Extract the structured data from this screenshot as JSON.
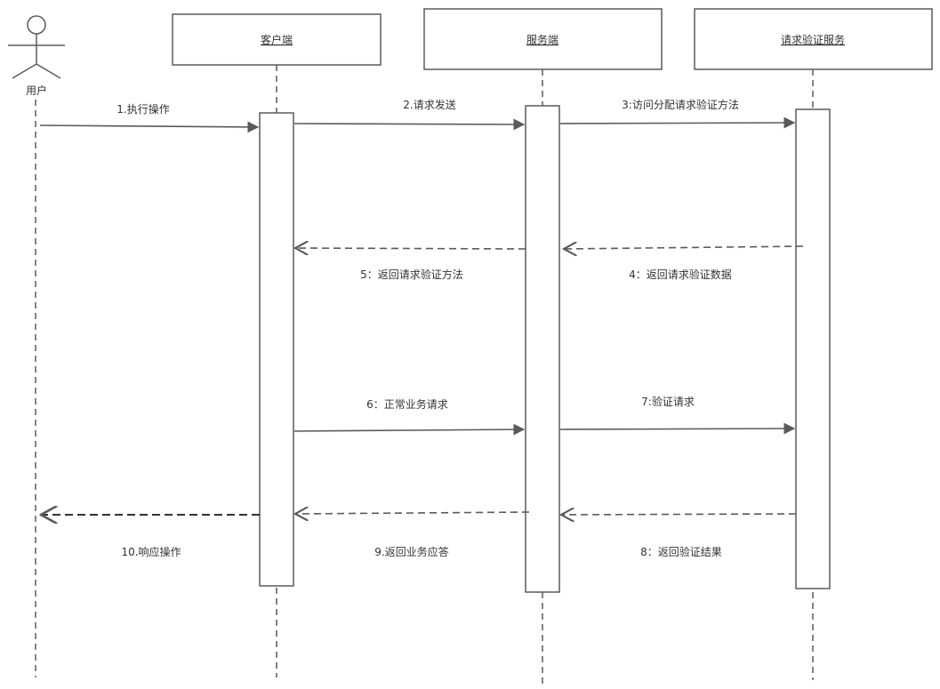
{
  "actor": {
    "label": "用户"
  },
  "participants": [
    {
      "label": "客户端"
    },
    {
      "label": "服务端"
    },
    {
      "label": "请求验证服务"
    }
  ],
  "messages": [
    {
      "label": "1.执行操作",
      "style": "solid"
    },
    {
      "label": "2.请求发送",
      "style": "solid"
    },
    {
      "label": "3:访问分配请求验证方法",
      "style": "solid"
    },
    {
      "label": "4：返回请求验证数据",
      "style": "dashed"
    },
    {
      "label": "5：返回请求验证方法",
      "style": "dashed"
    },
    {
      "label": "6：正常业务请求",
      "style": "solid"
    },
    {
      "label": "7:验证请求",
      "style": "solid"
    },
    {
      "label": "8：返回验证结果",
      "style": "dashed"
    },
    {
      "label": "9.返回业务应答",
      "style": "dashed"
    },
    {
      "label": "10.响应操作",
      "style": "dashed"
    }
  ],
  "colors": {
    "line": "#5a5a5a",
    "box_fill": "#ffffff",
    "text": "#333333"
  }
}
